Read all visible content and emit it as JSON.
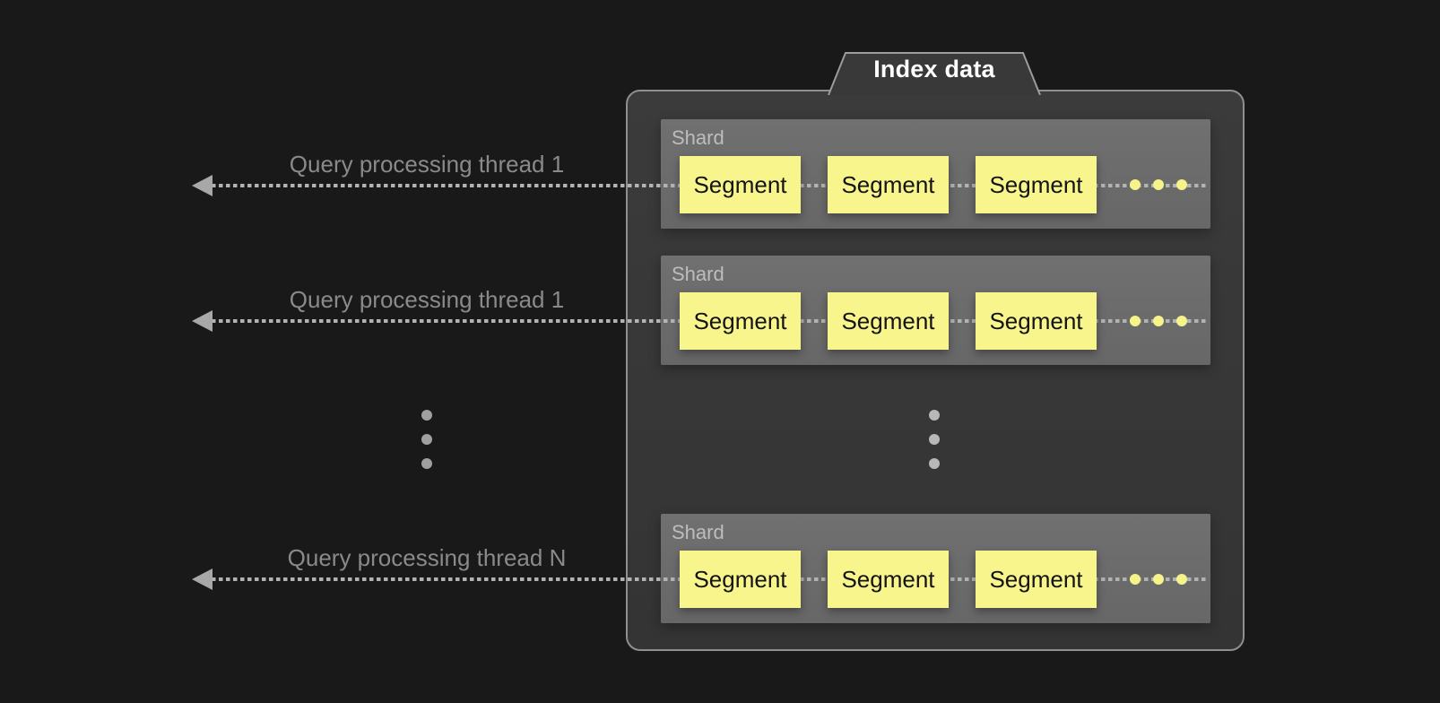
{
  "panel": {
    "title": "Index data",
    "shards": [
      {
        "label": "Shard",
        "segments": [
          "Segment",
          "Segment",
          "Segment"
        ],
        "more_icon": "horizontal-ellipsis-3-yellow-dots"
      },
      {
        "label": "Shard",
        "segments": [
          "Segment",
          "Segment",
          "Segment"
        ],
        "more_icon": "horizontal-ellipsis-3-yellow-dots"
      },
      {
        "label": "Shard",
        "segments": [
          "Segment",
          "Segment",
          "Segment"
        ],
        "more_icon": "horizontal-ellipsis-3-yellow-dots"
      }
    ],
    "more_shards_icon": "vertical-ellipsis-3-dots"
  },
  "threads": [
    {
      "label": "Query processing thread 1"
    },
    {
      "label": "Query processing thread 1"
    },
    {
      "label": "Query processing thread N"
    }
  ],
  "more_threads_icon": "vertical-ellipsis-3-dots",
  "colors": {
    "background": "#191919",
    "panel_fill": "#383838",
    "panel_border": "#8f8f8f",
    "shard_fill": "#6b6b6b",
    "segment_fill": "#f8f58d",
    "segment_text": "#141414",
    "panel_title_text": "#ffffff",
    "shard_label_text": "#bdbdbd",
    "thread_label_text": "#8a8a8a",
    "dotted_line": "#b3b3b3",
    "arrowhead": "#a8a8a8",
    "yellow_ellipsis_dot": "#f6f38a",
    "left_ellipsis_dot": "#a0a0a0",
    "center_ellipsis_dot": "#b8b8b8"
  }
}
